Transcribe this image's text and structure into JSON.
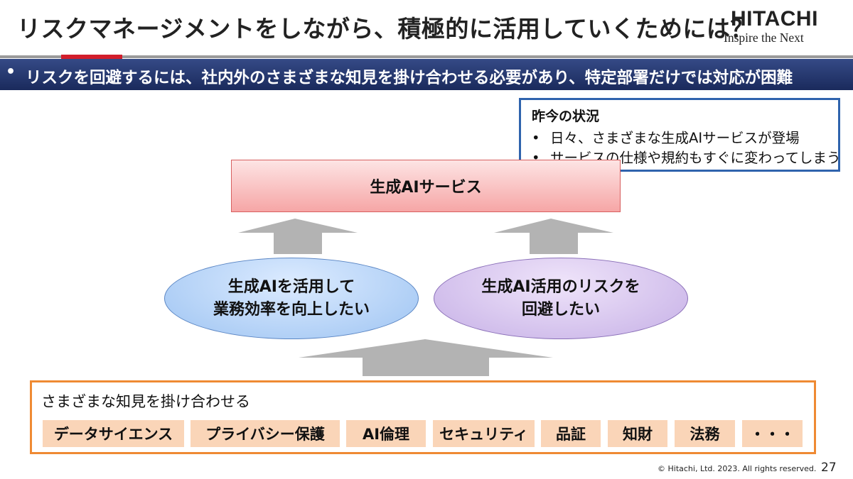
{
  "header": {
    "title": "リスクマネージメントをしながら、積極的に活用していくためには？",
    "logo_main": "HITACHI",
    "logo_sub": "Inspire the Next"
  },
  "banner": {
    "bullet": "•",
    "text": "リスクを回避するには、社内外のさまざまな知見を掛け合わせる必要があり、特定部署だけでは対応が困難"
  },
  "status": {
    "heading": "昨今の状況",
    "items": [
      "日々、さまざまな生成AIサービスが登場",
      "サービスの仕様や規約もすぐに変わってしまう"
    ]
  },
  "service_box": {
    "label": "生成AIサービス"
  },
  "goals": {
    "left": {
      "line1": "生成AIを活用して",
      "line2": "業務効率を向上したい"
    },
    "right": {
      "line1": "生成AI活用のリスクを",
      "line2": "回避したい"
    }
  },
  "knowledge": {
    "heading": "さまざまな知見を掛け合わせる",
    "chips": [
      "データサイエンス",
      "プライバシー保護",
      "AI倫理",
      "セキュリティ",
      "品証",
      "知財",
      "法務",
      "・・・"
    ]
  },
  "footer": {
    "copyright": "© Hitachi, Ltd. 2023. All rights reserved.",
    "page_number": "27"
  },
  "colors": {
    "banner": "#1f2f66",
    "accent_red": "#d21e2b",
    "status_border": "#2f63ad",
    "knowledge_border": "#ef8a33",
    "chip_fill": "#fad5b8",
    "arrow_fill": "#b3b3b3"
  }
}
